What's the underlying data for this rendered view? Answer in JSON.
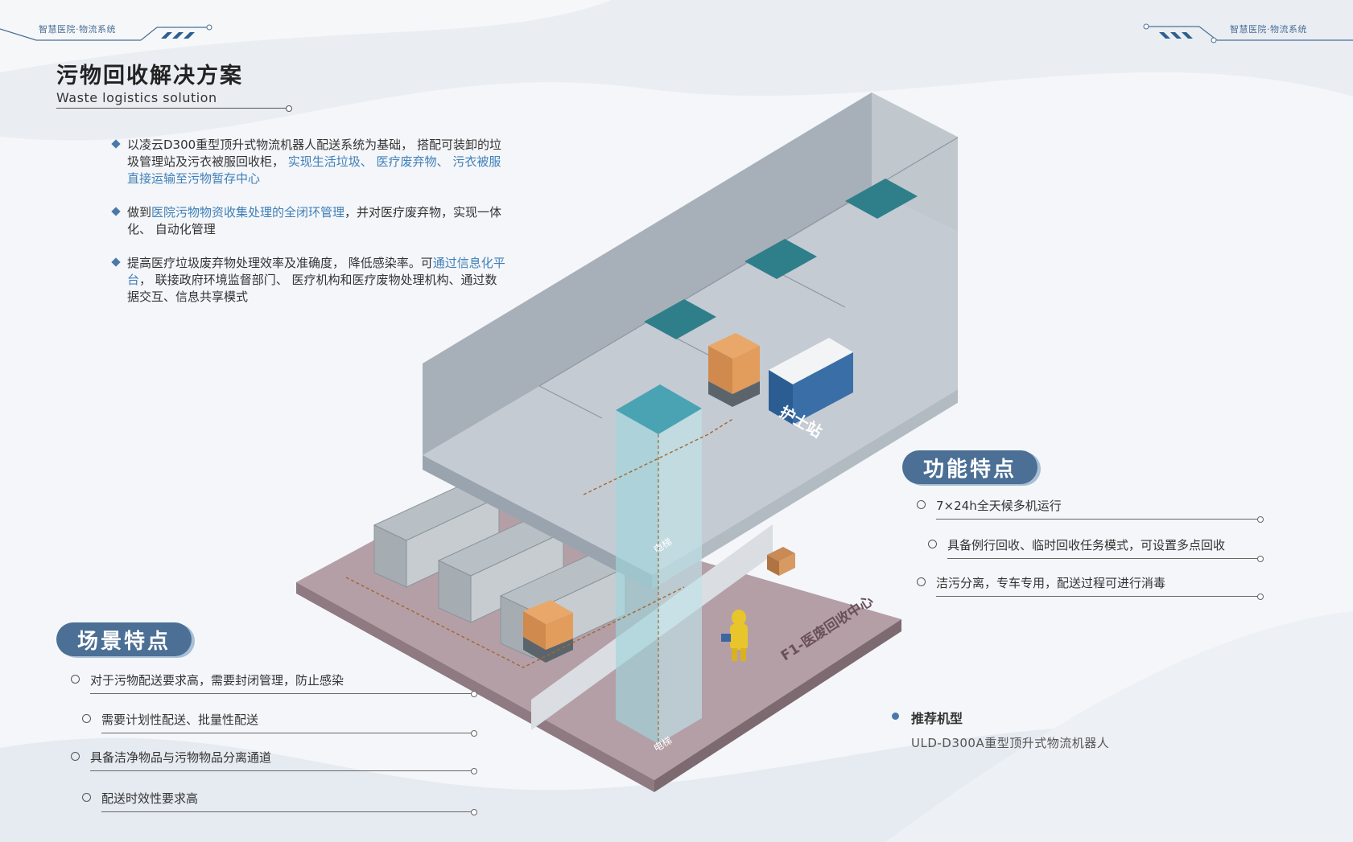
{
  "header": {
    "left_tag": "智慧医院·物流系统",
    "right_tag": "智慧医院·物流系统"
  },
  "title": {
    "main": "污物回收解决方案",
    "sub": "Waste logistics solution"
  },
  "intro": [
    {
      "segments": [
        {
          "text": "以凌云D300重型顶升式物流机器人配送系统为基础， 搭配可装卸的垃圾管理站及污衣被服回收柜， ",
          "highlight": false
        },
        {
          "text": "实现生活垃圾、 医疗废弃物、 污衣被服直接运输至污物暂存中心",
          "highlight": true
        }
      ]
    },
    {
      "segments": [
        {
          "text": "做到",
          "highlight": false
        },
        {
          "text": "医院污物物资收集处理的全闭环管理",
          "highlight": true
        },
        {
          "text": "，并对医疗废弃物，实现一体化、 自动化管理",
          "highlight": false
        }
      ]
    },
    {
      "segments": [
        {
          "text": "提高医疗垃圾废弃物处理效率及准确度， 降低感染率。可",
          "highlight": false
        },
        {
          "text": "通过信息化平台",
          "highlight": true
        },
        {
          "text": "， 联接政府环境监督部门、 医疗机构和医疗废物处理机构、通过数据交互、信息共享模式",
          "highlight": false
        }
      ]
    }
  ],
  "scene": {
    "title": "场景特点",
    "items": [
      "对于污物配送要求高，需要封闭管理，防止感染",
      "需要计划性配送、批量性配送",
      "具备洁净物品与污物物品分离通道",
      "配送时效性要求高"
    ]
  },
  "function": {
    "title": "功能特点",
    "items": [
      "7×24h全天候多机运行",
      "具备例行回收、临时回收任务模式，可设置多点回收",
      "洁污分离，专车专用，配送过程可进行消毒"
    ]
  },
  "recommend": {
    "title": "推荐机型",
    "model": "ULD-D300A重型顶升式物流机器人"
  },
  "illustration": {
    "nurse_station": "护士站",
    "elevator_top": "电梯",
    "elevator_bottom": "电梯",
    "floor_label": "F1-医废回收中心"
  },
  "colors": {
    "accent": "#4b6f95",
    "highlight_text": "#3f7fb8"
  }
}
